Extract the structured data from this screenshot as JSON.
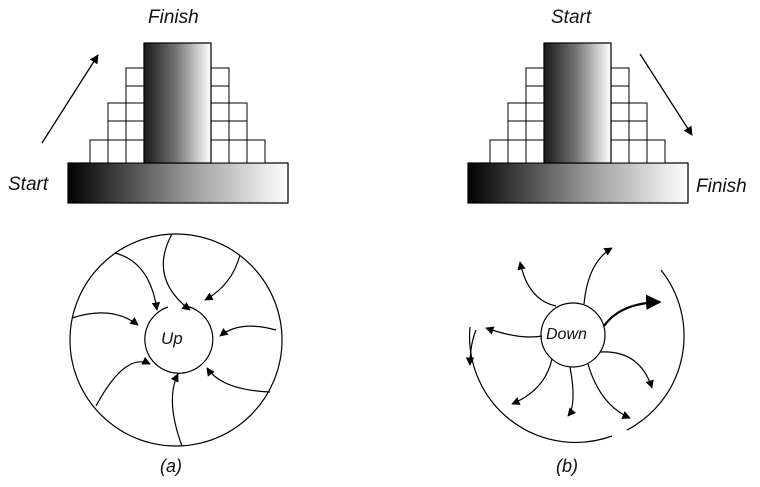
{
  "panel_a": {
    "label_top": "Finish",
    "label_side": "Start",
    "center_text": "Up",
    "caption": "(a)"
  },
  "panel_b": {
    "label_top": "Start",
    "label_side": "Finish",
    "center_text": "Down",
    "caption": "(b)"
  }
}
